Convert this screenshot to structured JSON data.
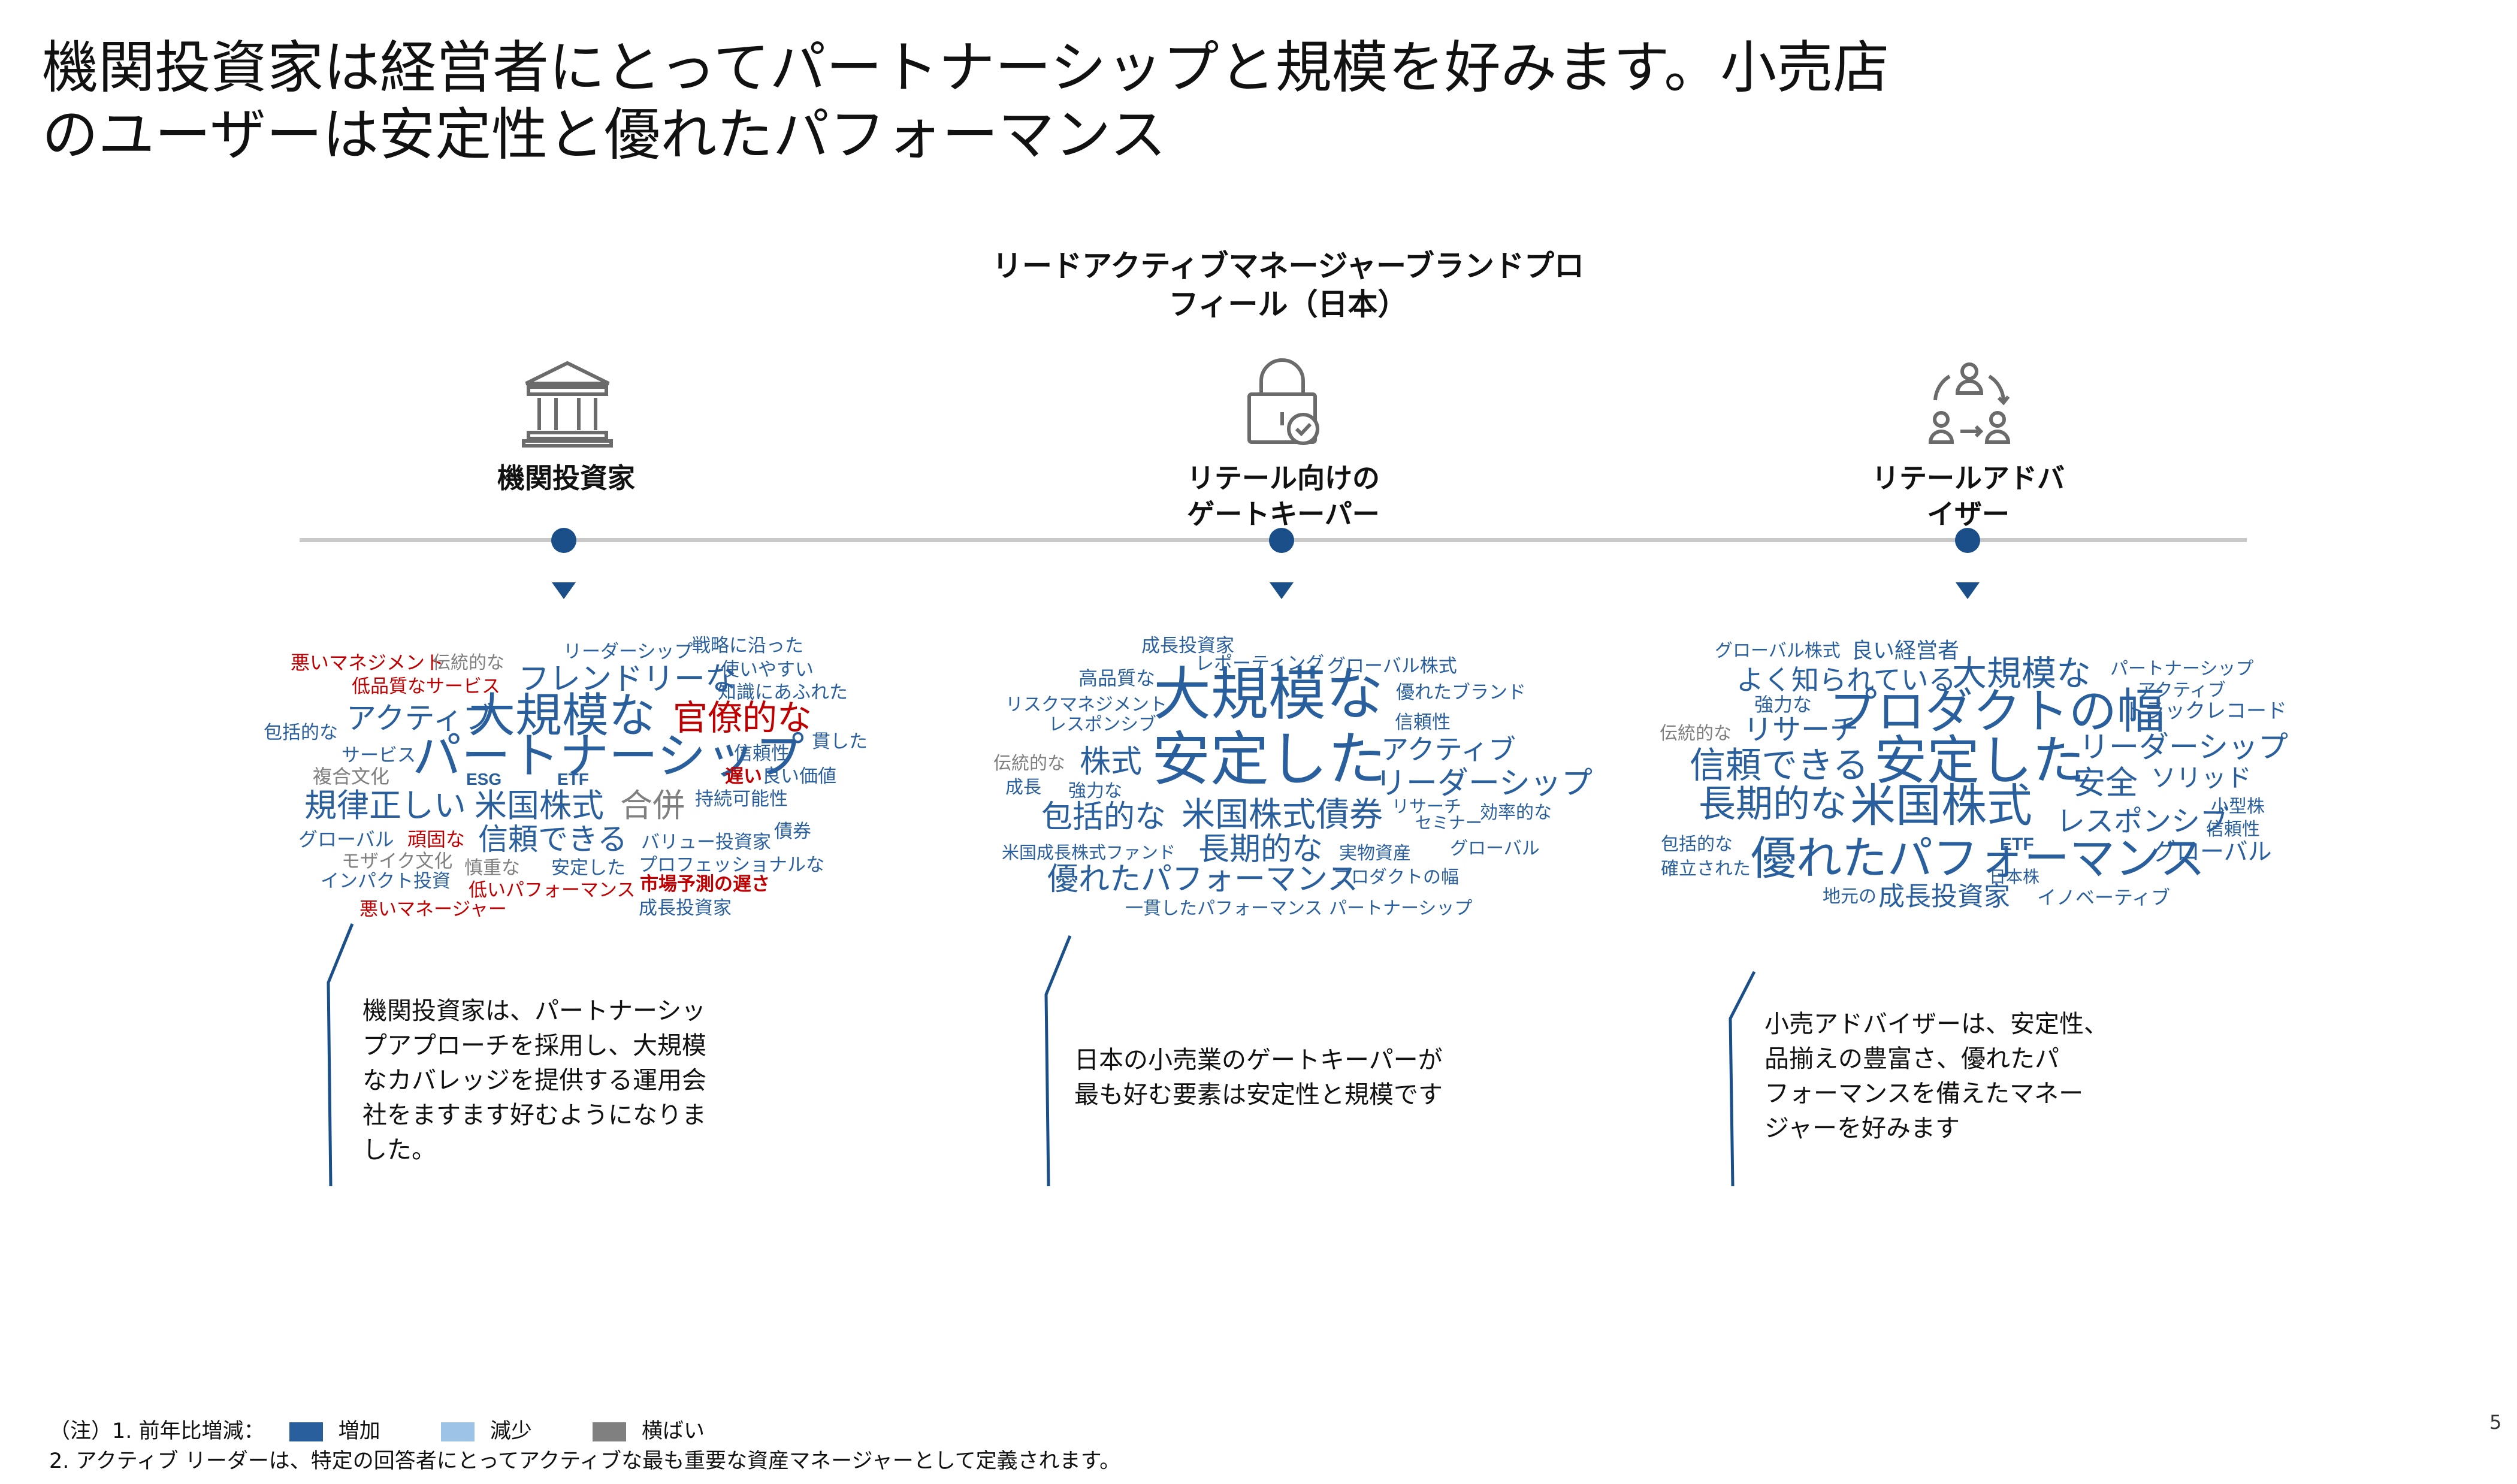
{
  "title": {
    "line1": "機関投資家は経営者にとってパートナーシップと規模を好みます。小売店",
    "line2": "のユーザーは安定性と優れたパフォーマンス"
  },
  "subtitle": {
    "line1": "リードアクティブマネージャーブランドプロ",
    "line2": "フィール（日本）"
  },
  "colors": {
    "increase": "#2a5f9e",
    "decrease": "#9dc3e6",
    "flat": "#808080",
    "negative": "#c00000",
    "timeline": "#c9c9c9",
    "marker": "#1a4f8a"
  },
  "columns": [
    {
      "icon": "bank-icon",
      "label_line1": "機関投資家",
      "label_line2": "",
      "callout_lines": [
        "機関投資家は、パートナーシッ",
        "プアプローチを採用し、大規模",
        "なカバレッジを提供する運用会",
        "社をますます好むようになりま",
        "した。"
      ],
      "words": [
        {
          "t": "悪いマネジメント",
          "c": "c3"
        },
        {
          "t": "伝統的な",
          "c": "c2"
        },
        {
          "t": "リーダーシップ",
          "c": "c1"
        },
        {
          "t": "戦略に沿った",
          "c": "c1"
        },
        {
          "t": "低品質なサービス",
          "c": "c3"
        },
        {
          "t": "フレンドリーな",
          "c": "c1"
        },
        {
          "t": "使いやすい",
          "c": "c1"
        },
        {
          "t": "知識にあふれた",
          "c": "c1"
        },
        {
          "t": "包括的な",
          "c": "c1"
        },
        {
          "t": "アクティブ",
          "c": "c1"
        },
        {
          "t": "大規模な",
          "c": "c1"
        },
        {
          "t": "官僚的な",
          "c": "c3"
        },
        {
          "t": "貫した",
          "c": "c1"
        },
        {
          "t": "サービス",
          "c": "c1"
        },
        {
          "t": "パートナーシップ",
          "c": "c1"
        },
        {
          "t": "信頼性",
          "c": "c1"
        },
        {
          "t": "複合文化",
          "c": "c2"
        },
        {
          "t": "ESG",
          "c": "c1"
        },
        {
          "t": "ETF",
          "c": "c1"
        },
        {
          "t": "遅い",
          "c": "c3"
        },
        {
          "t": "良い価値",
          "c": "c1"
        },
        {
          "t": "規律正しい",
          "c": "c1"
        },
        {
          "t": "米国株式",
          "c": "c1"
        },
        {
          "t": "合併",
          "c": "c2"
        },
        {
          "t": "持続可能性",
          "c": "c1"
        },
        {
          "t": "グローバル",
          "c": "c1"
        },
        {
          "t": "頑固な",
          "c": "c3"
        },
        {
          "t": "信頼できる",
          "c": "c1"
        },
        {
          "t": "バリュー投資家",
          "c": "c1"
        },
        {
          "t": "債券",
          "c": "c1"
        },
        {
          "t": "モザイク文化",
          "c": "c2"
        },
        {
          "t": "慎重な",
          "c": "c2"
        },
        {
          "t": "安定した",
          "c": "c1"
        },
        {
          "t": "プロフェッショナルな",
          "c": "c1"
        },
        {
          "t": "インパクト投資",
          "c": "c1"
        },
        {
          "t": "低いパフォーマンス",
          "c": "c3"
        },
        {
          "t": "市場予測の遅さ",
          "c": "c3"
        },
        {
          "t": "悪いマネージャー",
          "c": "c3"
        },
        {
          "t": "成長投資家",
          "c": "c1"
        }
      ]
    },
    {
      "icon": "lock-check-icon",
      "label_line1": "リテール向けの",
      "label_line2": "ゲートキーパー",
      "callout_lines": [
        "日本の小売業のゲートキーパーが",
        "最も好む要素は安定性と規模です"
      ],
      "words": [
        {
          "t": "成長投資家",
          "c": "c1"
        },
        {
          "t": "レポーティング",
          "c": "c1"
        },
        {
          "t": "グローバル株式",
          "c": "c1"
        },
        {
          "t": "高品質な",
          "c": "c1"
        },
        {
          "t": "大規模な",
          "c": "c1"
        },
        {
          "t": "優れたブランド",
          "c": "c1"
        },
        {
          "t": "リスクマネジメント",
          "c": "c1"
        },
        {
          "t": "レスポンシブ",
          "c": "c1"
        },
        {
          "t": "信頼性",
          "c": "c1"
        },
        {
          "t": "伝統的な",
          "c": "c2"
        },
        {
          "t": "株式",
          "c": "c1"
        },
        {
          "t": "安定した",
          "c": "c1"
        },
        {
          "t": "アクティブ",
          "c": "c1"
        },
        {
          "t": "成長",
          "c": "c1"
        },
        {
          "t": "強力な",
          "c": "c1"
        },
        {
          "t": "リーダーシップ",
          "c": "c1"
        },
        {
          "t": "包括的な",
          "c": "c1"
        },
        {
          "t": "米国株式債券",
          "c": "c1"
        },
        {
          "t": "リサーチ",
          "c": "c1"
        },
        {
          "t": "セミナー",
          "c": "c1"
        },
        {
          "t": "効率的な",
          "c": "c1"
        },
        {
          "t": "米国成長株式ファンド",
          "c": "c1"
        },
        {
          "t": "長期的な",
          "c": "c1"
        },
        {
          "t": "実物資産",
          "c": "c1"
        },
        {
          "t": "グローバル",
          "c": "c1"
        },
        {
          "t": "優れたパフォーマンス",
          "c": "c1"
        },
        {
          "t": "プロダクトの幅",
          "c": "c1"
        },
        {
          "t": "一貫したパフォーマンス",
          "c": "c1"
        },
        {
          "t": "パートナーシップ",
          "c": "c1"
        }
      ]
    },
    {
      "icon": "advisor-cycle-icon",
      "label_line1": "リテールアドバ",
      "label_line2": "イザー",
      "callout_lines": [
        "小売アドバイザーは、安定性、",
        "品揃えの豊富さ、優れたパ",
        "フォーマンスを備えたマネー",
        "ジャーを好みます"
      ],
      "words": [
        {
          "t": "グローバル株式",
          "c": "c1"
        },
        {
          "t": "良い経営者",
          "c": "c1"
        },
        {
          "t": "大規模な",
          "c": "c1"
        },
        {
          "t": "パートナーシップ",
          "c": "c1"
        },
        {
          "t": "よく知られている",
          "c": "c1"
        },
        {
          "t": "アクティブ",
          "c": "c1"
        },
        {
          "t": "強力な",
          "c": "c1"
        },
        {
          "t": "プロダクトの幅",
          "c": "c1"
        },
        {
          "t": "トラックレコード",
          "c": "c1"
        },
        {
          "t": "伝統的な",
          "c": "c2"
        },
        {
          "t": "リサーチ",
          "c": "c1"
        },
        {
          "t": "リーダーシップ",
          "c": "c1"
        },
        {
          "t": "信頼できる",
          "c": "c1"
        },
        {
          "t": "安定した",
          "c": "c1"
        },
        {
          "t": "ソリッド",
          "c": "c1"
        },
        {
          "t": "安全",
          "c": "c1"
        },
        {
          "t": "長期的な",
          "c": "c1"
        },
        {
          "t": "米国株式",
          "c": "c1"
        },
        {
          "t": "小型株",
          "c": "c1"
        },
        {
          "t": "レスポンシブ",
          "c": "c1"
        },
        {
          "t": "信頼性",
          "c": "c1"
        },
        {
          "t": "包括的な",
          "c": "c1"
        },
        {
          "t": "ETF",
          "c": "c1"
        },
        {
          "t": "グローバル",
          "c": "c1"
        },
        {
          "t": "確立された",
          "c": "c1"
        },
        {
          "t": "優れたパフォーマンス",
          "c": "c1"
        },
        {
          "t": "日本株",
          "c": "c1"
        },
        {
          "t": "地元の",
          "c": "c1"
        },
        {
          "t": "成長投資家",
          "c": "c1"
        },
        {
          "t": "イノベーティブ",
          "c": "c1"
        }
      ]
    }
  ],
  "footnote": {
    "line1_prefix": "（注）1. 前年比増減：",
    "legend_increase": "増加",
    "legend_decrease": "減少",
    "legend_flat": "横ばい",
    "line2": "2. アクティブ リーダーは、特定の回答者にとってアクティブな最も重要な資産マネージャーとして定義されます。"
  },
  "page_number": "5"
}
